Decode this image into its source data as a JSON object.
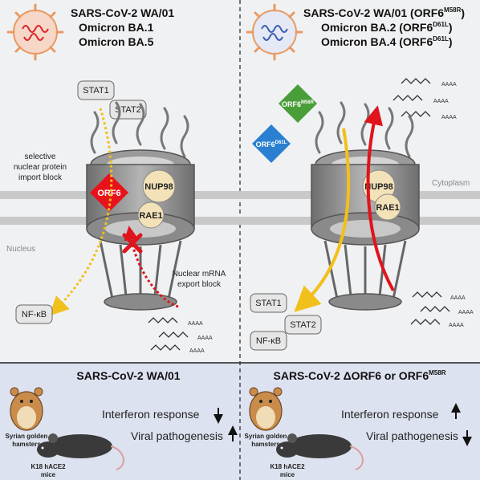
{
  "left": {
    "title_lines": [
      "SARS-CoV-2 WA/01",
      "Omicron BA.1",
      "Omicron BA.5"
    ],
    "stat1": "STAT1",
    "stat2": "STAT2",
    "import_block_lines": [
      "selective",
      "nuclear protein",
      "import block"
    ],
    "orf6": "ORF6",
    "nup98": "NUP98",
    "rae1": "RAE1",
    "nucleus": "Nucleus",
    "export_block_lines": [
      "Nuclear mRNA",
      "export block"
    ],
    "nfkb": "NF-κB",
    "polyA": "AAAA"
  },
  "right": {
    "title_line1": "SARS-CoV-2 WA/01 (ORF6",
    "title_line1_sup": "M58R",
    "title_line2": "Omicron BA.2 (ORF6",
    "title_line2_sup": "D61L",
    "title_line3": "Omicron BA.4 (ORF6",
    "title_line3_sup": "D61L",
    "orf6_green": "ORF6",
    "orf6_green_sup": "M58R",
    "orf6_blue": "ORF6",
    "orf6_blue_sup": "D61L",
    "cytoplasm": "Cytoplasm",
    "nup98": "NUP98",
    "rae1": "RAE1",
    "stat1": "STAT1",
    "stat2": "STAT2",
    "nfkb": "NF-κB",
    "polyA": "AAAA"
  },
  "bottom_left": {
    "title": "SARS-CoV-2 WA/01",
    "hamster_lines": [
      "Syrian golden",
      "hamsters"
    ],
    "mouse_lines": [
      "K18 hACE2",
      "mice"
    ],
    "interferon": "Interferon response",
    "pathogenesis": "Viral pathogenesis",
    "interferon_direction": "down",
    "pathogenesis_direction": "up"
  },
  "bottom_right": {
    "title": "SARS-CoV-2 ΔORF6 or ORF6",
    "title_sup": "M58R",
    "hamster_lines": [
      "Syrian golden",
      "hamsters"
    ],
    "mouse_lines": [
      "K18 hACE2",
      "mice"
    ],
    "interferon": "Interferon response",
    "pathogenesis": "Viral pathogenesis",
    "interferon_direction": "up",
    "pathogenesis_direction": "down"
  },
  "colors": {
    "background_top": "#f0f1f3",
    "background_bottom": "#dde2f0",
    "membrane": "#c9c9c9",
    "pore": "#8c8c8c",
    "orf6_red": "#e8121b",
    "orf6_green": "#4a9e3a",
    "orf6_blue": "#2a7fd0",
    "nup_fill": "#f3e2b8",
    "yellow_arrow": "#f2c01a",
    "red_arrow": "#e0141c",
    "hamster": "#c98c4a",
    "mouse": "#3a3a3a",
    "virus": "#f2a766"
  }
}
